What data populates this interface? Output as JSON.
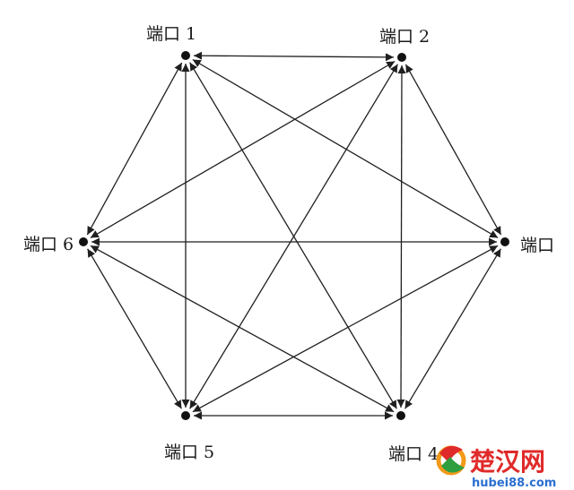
{
  "ports": [
    {
      "id": 1,
      "label": "端口 1"
    },
    {
      "id": 2,
      "label": "端口 2"
    },
    {
      "id": 3,
      "label": "端口"
    },
    {
      "id": 4,
      "label": "端口 4"
    },
    {
      "id": 5,
      "label": "端口 5"
    },
    {
      "id": 6,
      "label": "端口 6"
    }
  ],
  "connections": [
    [
      1,
      2
    ],
    [
      1,
      3
    ],
    [
      1,
      4
    ],
    [
      1,
      5
    ],
    [
      1,
      6
    ],
    [
      2,
      3
    ],
    [
      2,
      4
    ],
    [
      2,
      5
    ],
    [
      2,
      6
    ],
    [
      3,
      4
    ],
    [
      3,
      5
    ],
    [
      3,
      6
    ],
    [
      4,
      5
    ],
    [
      4,
      6
    ],
    [
      5,
      6
    ]
  ],
  "watermark": {
    "brand": "楚汉网",
    "domain": "hubei88.com",
    "colors": {
      "red": "#e02a2a",
      "green": "#2e9e3e",
      "orange": "#f29a1a",
      "text": "#2b6fd1"
    }
  }
}
